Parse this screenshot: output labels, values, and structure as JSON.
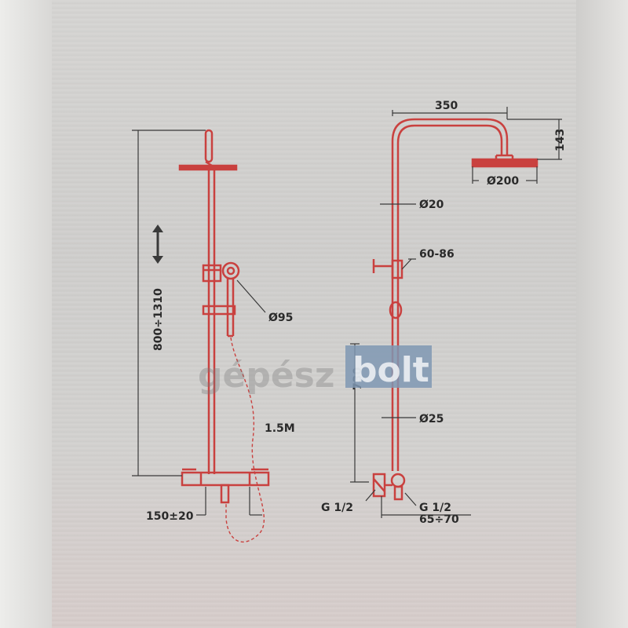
{
  "colors": {
    "product": "#c9413f",
    "dimension": "#3a3a3a",
    "watermark_box": "#7f98b3"
  },
  "watermark": {
    "part1": "gépész",
    "part2": "bolt"
  },
  "left_view": {
    "height_range": "800÷1310",
    "handset_diameter": "Ø95",
    "hose_length": "1.5M",
    "center_distance": "150±20"
  },
  "right_view": {
    "arm_length": "350",
    "drop": "143",
    "head_diameter": "Ø200",
    "upper_pipe": "Ø20",
    "bracket_range": "60-86",
    "column_height": "730",
    "lower_pipe": "Ø25",
    "inlet_left": "G 1/2",
    "inlet_right": "G 1/2",
    "wall_offset": "65÷70"
  }
}
